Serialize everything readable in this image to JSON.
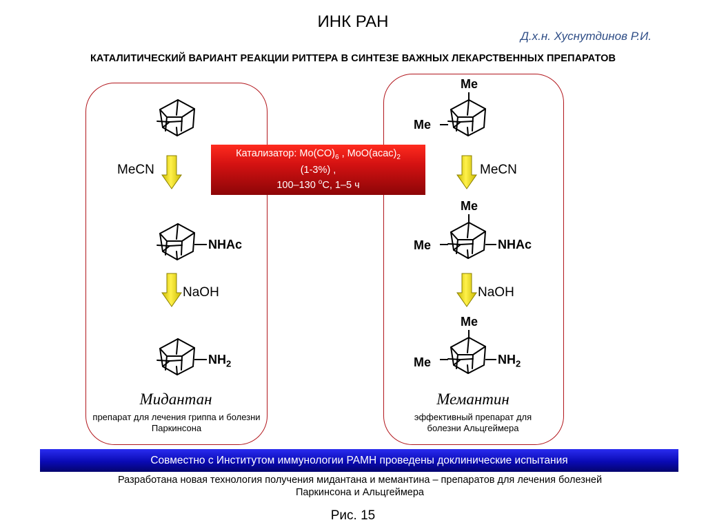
{
  "header": {
    "org": "ИНК РАН",
    "author": "Д.х.н. Хуснутдинов Р.И.",
    "title": "КАТАЛИТИЧЕСКИЙ ВАРИАНТ РЕАКЦИИ РИТТЕРА В СИНТЕЗЕ ВАЖНЫХ ЛЕКАРСТВЕННЫХ ПРЕПАРАТОВ"
  },
  "catalyst": {
    "label": "Катализатор: Mo(CO)",
    "sub1": "6",
    "mid": " , MoO(acac)",
    "sub2": "2",
    "loading": "(1-3%) ,",
    "temp_prefix": "100–130 ",
    "temp_unit_sup": "o",
    "temp_suffix": "C, 1–5 ч"
  },
  "reagents": {
    "step1": "MeCN",
    "step2": "NaOH"
  },
  "labels": {
    "me": "Me",
    "nhac": "NHAc",
    "nh": "NH",
    "nh_sub": "2"
  },
  "left": {
    "name": "Мидантан",
    "desc_line1": "препарат для лечения гриппа и болезни",
    "desc_line2": "Паркинсона"
  },
  "right": {
    "name": "Мемантин",
    "desc_line1": "эффективный препарат для",
    "desc_line2": "болезни Альцгеймера"
  },
  "footer": {
    "banner": "Совместно с Институтом иммунологии РАМН проведены  доклинические испытания",
    "summary_line1": "Разработана новая технология получения мидантана и мемантина – препаратов для лечения болезней",
    "summary_line2": "Паркинсона и Альцгеймера",
    "figure": "Рис. 15"
  },
  "colors": {
    "panel_border": "#b1141a",
    "arrow_fill": "#f2e600",
    "banner": "#0a0ab5",
    "catalyst_box": "#c30f10",
    "author": "#2e4d86"
  }
}
